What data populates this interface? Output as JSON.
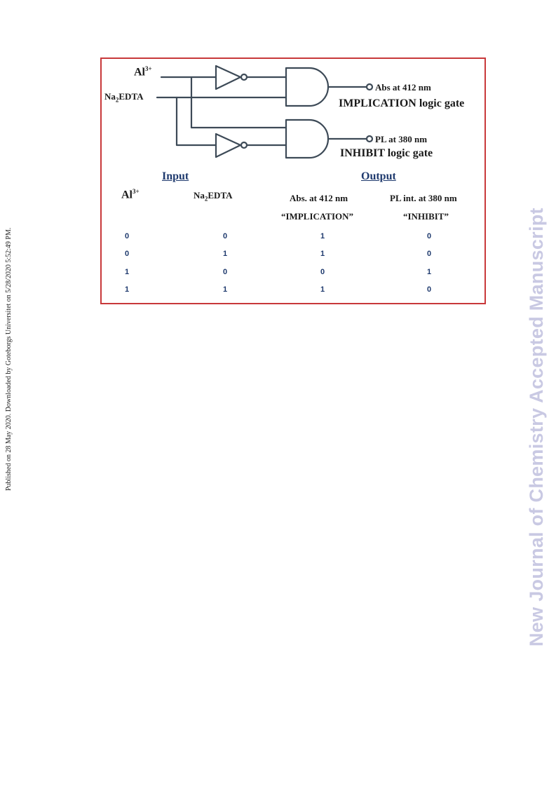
{
  "side_note": "Published on 28 May 2020. Downloaded by Goteborgs Universitet on 5/28/2020 5:52:49 PM.",
  "watermark": "New Journal of Chemistry Accepted Manuscript",
  "diagram": {
    "input_al_base": "Al",
    "input_al_sup": "3+",
    "input_edta_pre": "Na",
    "input_edta_sub": "2",
    "input_edta_post": "EDTA",
    "output_abs": "Abs at 412 nm",
    "gate_implication": "IMPLICATION logic gate",
    "output_pl": "PL at 380 nm",
    "gate_inhibit": "INHIBIT logic gate"
  },
  "truth_table": {
    "input_heading": "Input",
    "output_heading": "Output",
    "col_al_base": "Al",
    "col_al_sup": "3+",
    "col_edta_pre": "Na",
    "col_edta_sub": "2",
    "col_edta_post": "EDTA",
    "col_abs": "Abs. at 412 nm",
    "col_abs_sub": "“IMPLICATION”",
    "col_pl": "PL int. at 380 nm",
    "col_pl_sub": "“INHIBIT”",
    "rows": [
      [
        "0",
        "0",
        "1",
        "0"
      ],
      [
        "0",
        "1",
        "1",
        "0"
      ],
      [
        "1",
        "0",
        "0",
        "1"
      ],
      [
        "1",
        "1",
        "1",
        "0"
      ]
    ]
  },
  "colors": {
    "frame": "#c8383a",
    "wire": "#3d4a57",
    "table_text": "#1f3a6e",
    "watermark": "#c9c9e3"
  }
}
